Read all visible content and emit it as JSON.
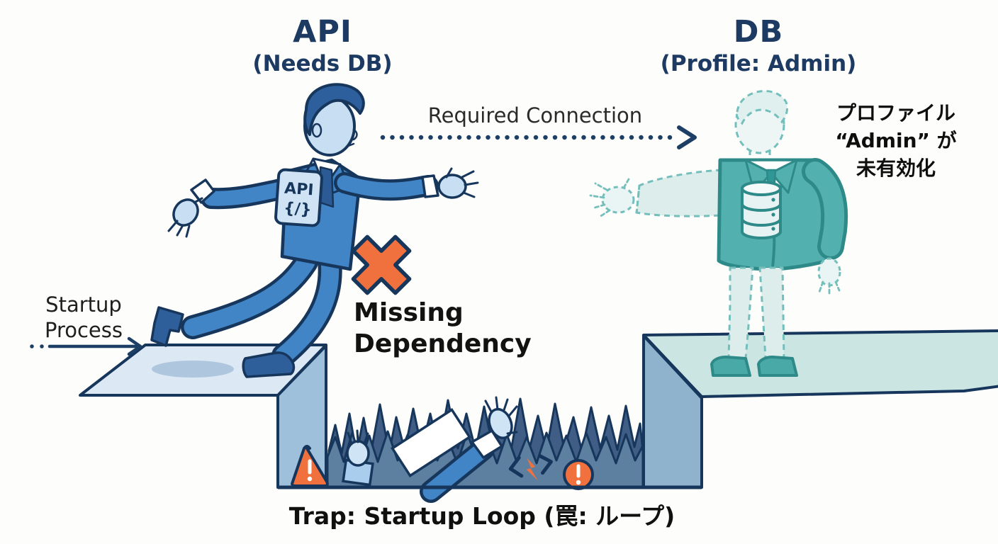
{
  "api": {
    "title": "API",
    "subtitle": "(Needs DB)",
    "badge_line1": "API",
    "badge_line2": "{/}"
  },
  "db": {
    "title": "DB",
    "subtitle": "(Profile: Admin)",
    "note_line1": "プロファイル",
    "note_line2": "“Admin” が",
    "note_line3": "未有効化"
  },
  "labels": {
    "required_connection": "Required Connection",
    "startup_line1": "Startup",
    "startup_line2": "Process",
    "missing_line1": "Missing",
    "missing_line2": "Dependency",
    "caption": "Trap: Startup Loop (罠: ループ)"
  },
  "icons": {
    "cross": "x-mark",
    "warning": "warning-triangle",
    "error": "error-circle",
    "code": "code-error",
    "database": "database-cylinder"
  },
  "colors": {
    "navy_outline": "#17365c",
    "title_navy": "#1d3a63",
    "suit_blue": "#4285c7",
    "skin_blue": "#c8def2",
    "hair_blue": "#2d5f9d",
    "platform_left_top": "#dce9f5",
    "platform_left_side": "#9fc0da",
    "platform_right_top": "#cbe5e3",
    "platform_right_side": "#8fb3cd",
    "spikes_back": "#3f5d85",
    "spikes_front": "#5d80a1",
    "teal": "#52b1ae",
    "teal_dark": "#2e8a88",
    "teal_ghost": "#dcedec",
    "teal_dash": "#74bfbc",
    "orange": "#f1713e",
    "text_black": "#121212"
  }
}
